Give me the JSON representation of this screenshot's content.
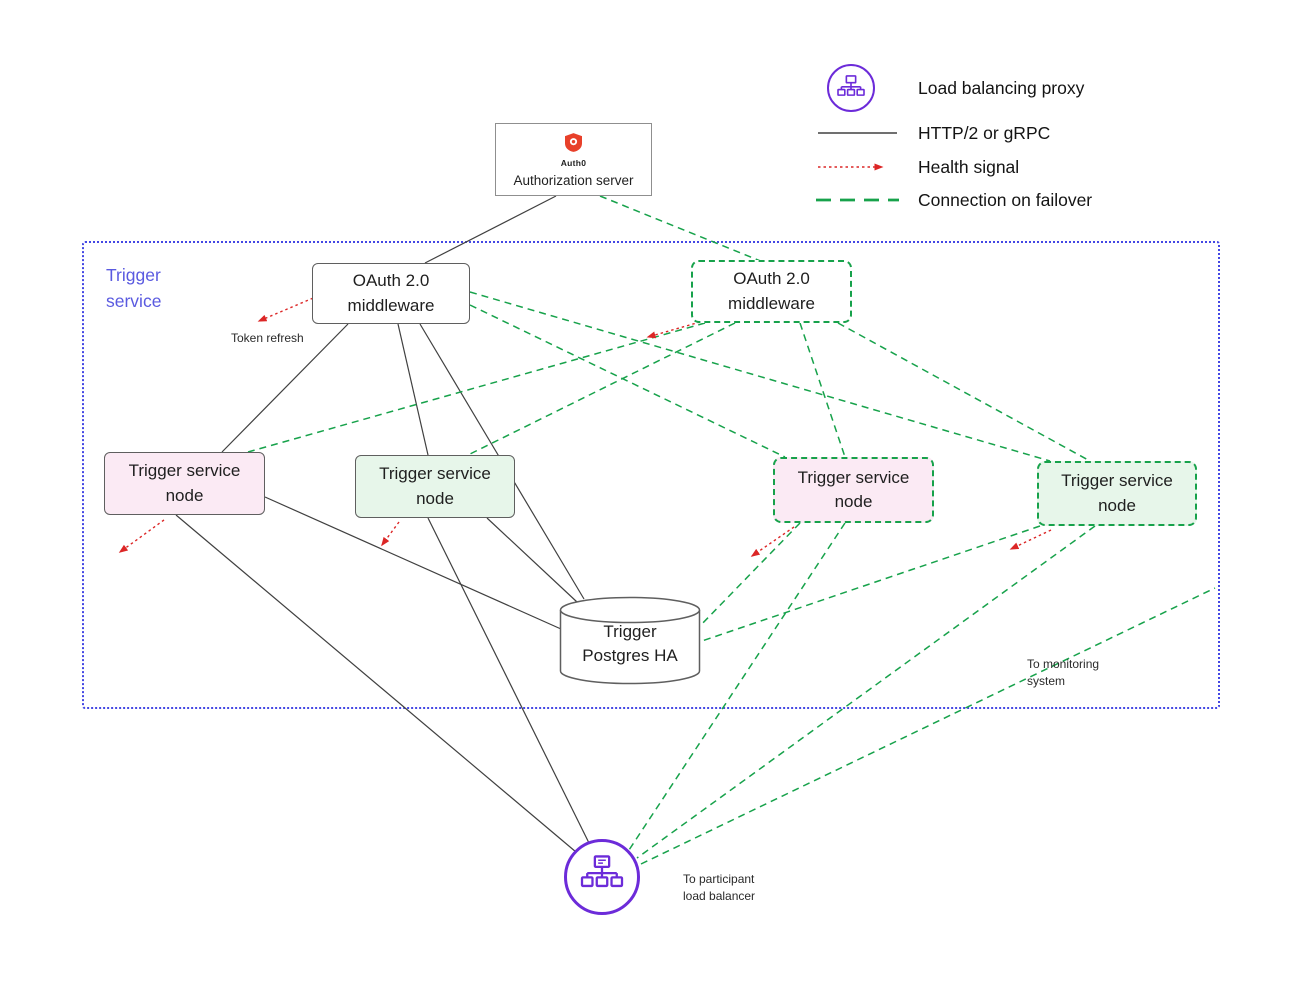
{
  "legend": {
    "load_balancing_proxy": "Load balancing proxy",
    "http2_grpc": "HTTP/2 or gRPC",
    "health_signal": "Health signal",
    "connection_failover": "Connection on failover"
  },
  "auth_server": {
    "logo_text": "Auth0",
    "label": "Authorization server"
  },
  "container": {
    "label_line1": "Trigger",
    "label_line2": "service"
  },
  "oauth_primary": {
    "line1": "OAuth 2.0",
    "line2": "middleware"
  },
  "oauth_failover": {
    "line1": "OAuth 2.0",
    "line2": "middleware"
  },
  "trigger_nodes": [
    {
      "line1": "Trigger service",
      "line2": "node",
      "variant": "pink-solid"
    },
    {
      "line1": "Trigger service",
      "line2": "node",
      "variant": "green-solid"
    },
    {
      "line1": "Trigger service",
      "line2": "node",
      "variant": "pink-dashed"
    },
    {
      "line1": "Trigger service",
      "line2": "node",
      "variant": "green-dashed"
    }
  ],
  "postgres": {
    "line1": "Trigger",
    "line2": "Postgres HA"
  },
  "annotations": {
    "token_refresh": "Token refresh",
    "to_monitoring_line1": "To monitoring",
    "to_monitoring_line2": "system",
    "to_participant_line1": "To participant",
    "to_participant_line2": "load balancer"
  },
  "colors": {
    "failover_green": "#17a24b",
    "health_red": "#dc2626",
    "boundary_blue": "#4448e4",
    "proxy_purple": "#6c2bd9",
    "auth0_orange": "#e8402a",
    "node_pink": "#fbeaf4",
    "node_green": "#e7f6ea",
    "solid_line": "#404040"
  }
}
